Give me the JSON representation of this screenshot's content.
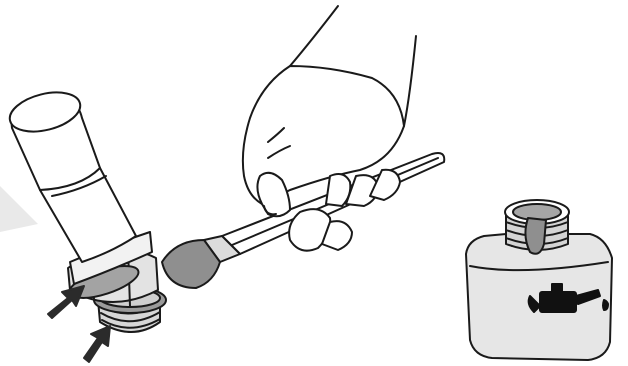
{
  "illustration": {
    "kind": "maintenance instruction drawing",
    "objects": [
      "cartridge-valve",
      "hand",
      "brush",
      "oil-bottle",
      "oil-can-symbol",
      "pointer-arrows"
    ],
    "pointer_arrows": 2,
    "colors": {
      "outline": "#1a1a1a",
      "fill_white": "#ffffff",
      "fill_light": "#e6e6e6",
      "fill_mid": "#bdbdbd",
      "grease": "#8f8f8f",
      "arrow": "#2b2b2b",
      "background": "#ffffff"
    }
  }
}
